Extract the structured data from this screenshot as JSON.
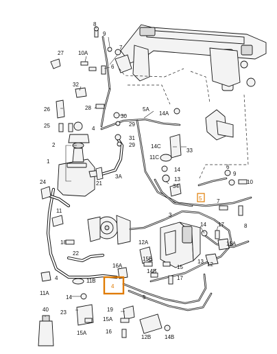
{
  "diagram": {
    "callouts": [
      {
        "id": "c8a",
        "text": "8"
      },
      {
        "id": "c9a",
        "text": "9"
      },
      {
        "id": "c27",
        "text": "27"
      },
      {
        "id": "c10a",
        "text": "10A"
      },
      {
        "id": "c7a",
        "text": "7"
      },
      {
        "id": "c6",
        "text": "6"
      },
      {
        "id": "c32",
        "text": "32"
      },
      {
        "id": "c26",
        "text": "26"
      },
      {
        "id": "c28",
        "text": "28"
      },
      {
        "id": "c25",
        "text": "25"
      },
      {
        "id": "c30",
        "text": "30"
      },
      {
        "id": "c29a",
        "text": "29"
      },
      {
        "id": "c5a",
        "text": "5A"
      },
      {
        "id": "c14a1",
        "text": "14A"
      },
      {
        "id": "c31",
        "text": "31"
      },
      {
        "id": "c29b",
        "text": "29"
      },
      {
        "id": "c4a",
        "text": "4"
      },
      {
        "id": "c14c",
        "text": "14C"
      },
      {
        "id": "c33",
        "text": "33"
      },
      {
        "id": "c2",
        "text": "2"
      },
      {
        "id": "c11c",
        "text": "11C"
      },
      {
        "id": "c1",
        "text": "1"
      },
      {
        "id": "c14a",
        "text": "14"
      },
      {
        "id": "c13",
        "text": "13"
      },
      {
        "id": "c3a",
        "text": "3A"
      },
      {
        "id": "c34",
        "text": "34"
      },
      {
        "id": "c6b",
        "text": "6"
      },
      {
        "id": "c9b",
        "text": "9"
      },
      {
        "id": "c10b",
        "text": "10"
      },
      {
        "id": "c24",
        "text": "24"
      },
      {
        "id": "c21",
        "text": "21"
      },
      {
        "id": "c7b",
        "text": "7"
      },
      {
        "id": "c11",
        "text": "11"
      },
      {
        "id": "c3",
        "text": "3"
      },
      {
        "id": "c14b",
        "text": "14"
      },
      {
        "id": "c17a",
        "text": "17"
      },
      {
        "id": "c8b",
        "text": "8"
      },
      {
        "id": "c18",
        "text": "18"
      },
      {
        "id": "c12a",
        "text": "12A"
      },
      {
        "id": "c15a1",
        "text": "15A"
      },
      {
        "id": "c22",
        "text": "22"
      },
      {
        "id": "c15b",
        "text": "15B"
      },
      {
        "id": "c13b",
        "text": "13"
      },
      {
        "id": "c16a",
        "text": "16A"
      },
      {
        "id": "c15",
        "text": "15"
      },
      {
        "id": "c14bb",
        "text": "14B"
      },
      {
        "id": "c17b",
        "text": "17"
      },
      {
        "id": "c4",
        "text": "4"
      },
      {
        "id": "c11b",
        "text": "11B"
      },
      {
        "id": "c12",
        "text": "12"
      },
      {
        "id": "c11a",
        "text": "11A"
      },
      {
        "id": "c14c2",
        "text": "14"
      },
      {
        "id": "c19",
        "text": "19"
      },
      {
        "id": "c40",
        "text": "40"
      },
      {
        "id": "c23",
        "text": "23"
      },
      {
        "id": "c15a2",
        "text": "15A"
      },
      {
        "id": "c16",
        "text": "16"
      },
      {
        "id": "c15a3",
        "text": "15A"
      },
      {
        "id": "c5b",
        "text": "5"
      },
      {
        "id": "c12b",
        "text": "12B"
      },
      {
        "id": "c14bc",
        "text": "14B"
      }
    ],
    "highlighted": [
      {
        "id": "h5",
        "text": "5",
        "color": "#e07b00"
      },
      {
        "id": "h4",
        "text": "4",
        "color": "#e07b00"
      }
    ]
  }
}
